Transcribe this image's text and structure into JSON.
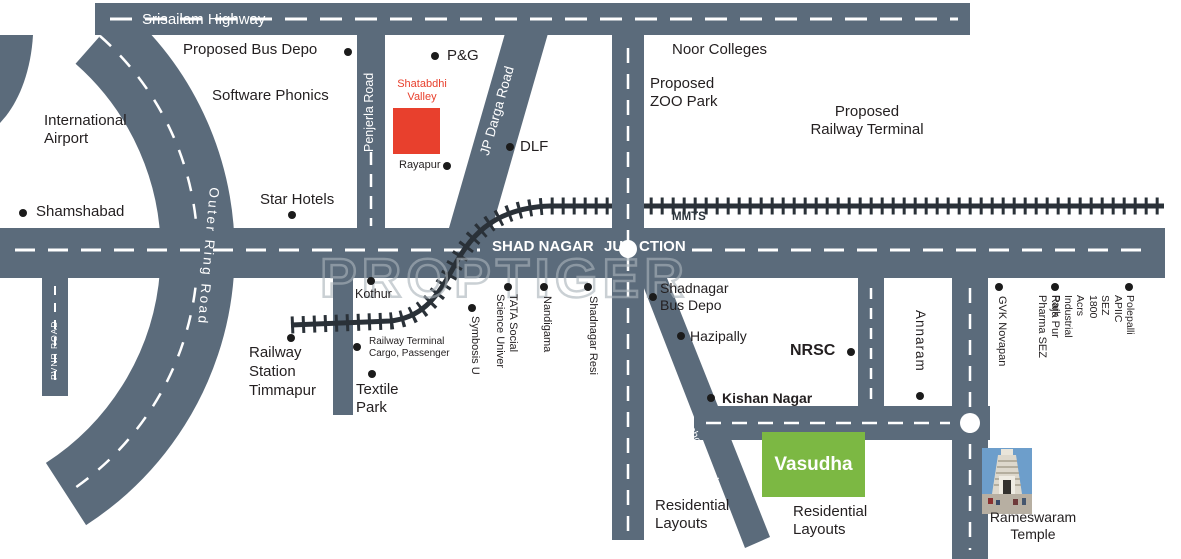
{
  "watermark": "PROPTIGER",
  "colors": {
    "road": "#5b6b7b",
    "railway": "#2a3138",
    "text": "#231f20",
    "red_site": "#e8402d",
    "green_site": "#7cb843",
    "white": "#ffffff"
  },
  "roads": {
    "srisailam_highway": "Srisailam Highway",
    "outer_ring_road": "Outer Ring Road",
    "penjerla_road": "Penjerla Road",
    "jp_darga_road": "JP Darga Road",
    "pvnr_road": "PVNR ROAD",
    "chinchode_road": "Chinchode Road",
    "mmts": "MMTS",
    "junction_shad_nagar": "SHAD NAGAR",
    "junction_ju": "JU",
    "junction_ction": "CTION"
  },
  "sites": {
    "shatabdhi_valley": "Shatabdhi\nValley",
    "vasudha": "Vasudha"
  },
  "places": {
    "proposed_bus_depo": "Proposed Bus Depo",
    "software_phonics": "Software Phonics",
    "international_airport": "International\nAirport",
    "shamshabad": "Shamshabad",
    "star_hotels": "Star Hotels",
    "pg": "P&G",
    "rayapur": "Rayapur",
    "dlf": "DLF",
    "noor_colleges": "Noor Colleges",
    "proposed_zoo_park": "Proposed\nZOO Park",
    "proposed_railway_terminal": "Proposed\nRailway Terminal",
    "kothur": "Kothur",
    "railway_terminal_cargo": "Railway Terminal\nCargo, Passenger",
    "railway_station_timmapur": "Railway\nStation\nTimmapur",
    "textile_park": "Textile\nPark",
    "symbosis": "Symbosis U",
    "tata_social": "TATA Social\nScience Univer",
    "nandigama": "Nandigama",
    "shadnagar_resi": "Shadnagar Resi",
    "shadnagar_bus_depo": "Shadnagar\nBus Depo",
    "hazipally": "Hazipally",
    "nrsc": "NRSC",
    "kishan_nagar": "Kishan Nagar",
    "annaram": "Annaram",
    "residential_layouts_left": "Residential\nLayouts",
    "residential_layouts_right": "Residential\nLayouts",
    "gvk_novapan": "GVK Novapan",
    "raja_pur_pharma_sez": "Raja Pur\nPharma SEZ",
    "polepalli_apiic": "Polepalli\nAPIIC SEZ\n1800 Acrs Industrial Park",
    "rameswaram_temple": "Rameswaram\nTemple"
  }
}
